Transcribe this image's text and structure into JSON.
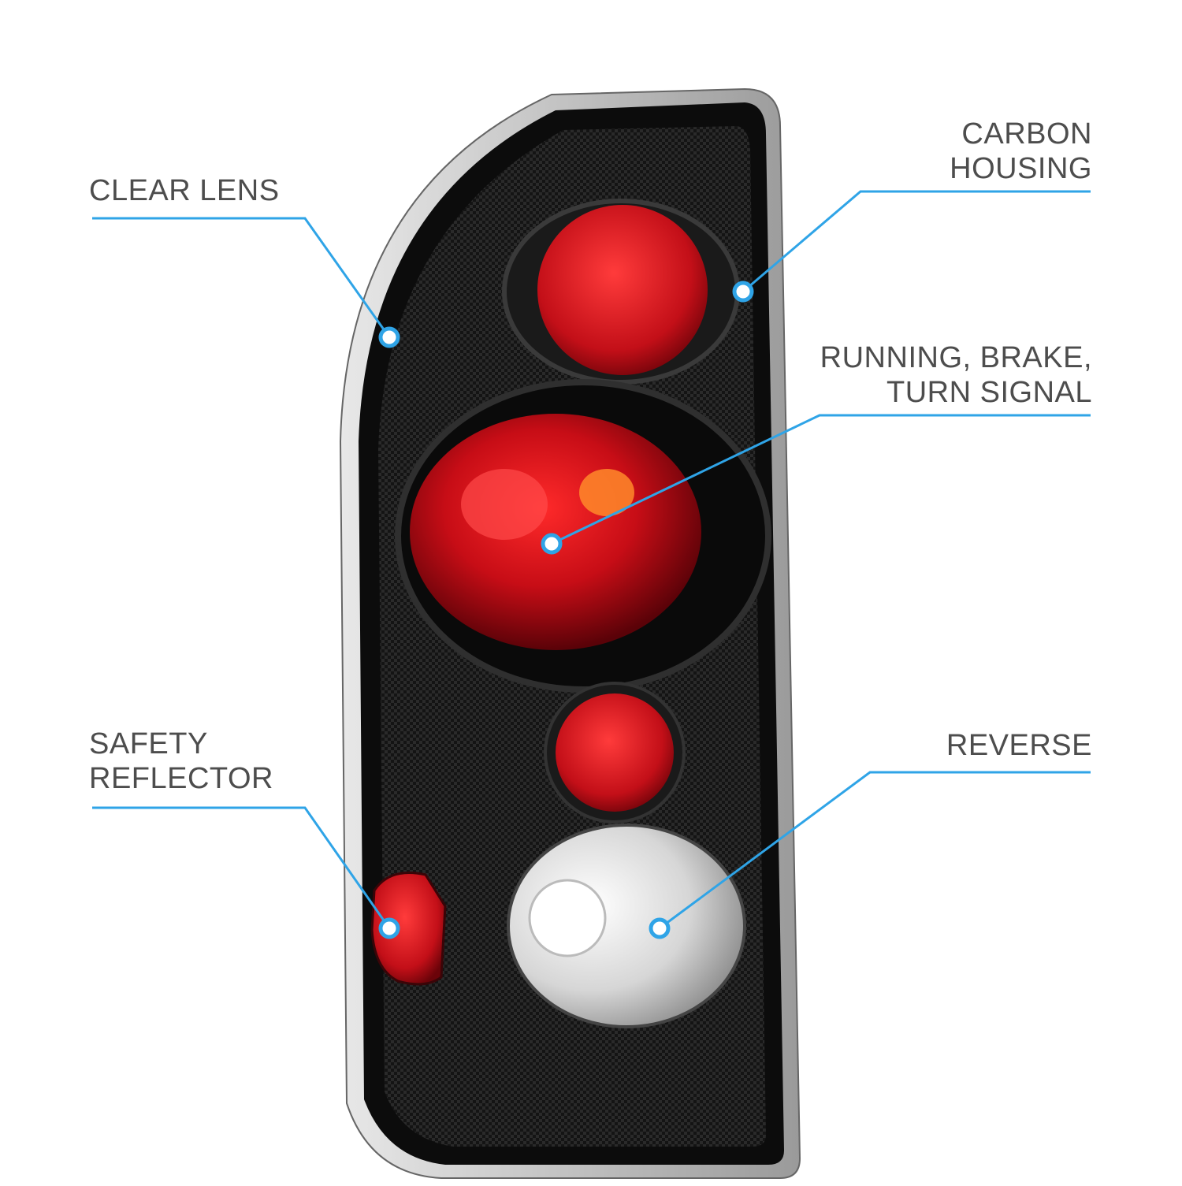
{
  "colors": {
    "callout": "#2fa4e7",
    "label_text": "#4d4d4d",
    "housing": "#151515",
    "lens_red": "#c0101a",
    "reverse_lens": "#e8e8e8"
  },
  "labels": {
    "clear_lens": [
      "CLEAR LENS"
    ],
    "carbon_housing": [
      "CARBON",
      "HOUSING"
    ],
    "running_brake_turn": [
      "RUNNING, BRAKE,",
      "TURN SIGNAL"
    ],
    "safety_reflector": [
      "SAFETY",
      "REFLECTOR"
    ],
    "reverse": [
      "REVERSE"
    ]
  }
}
